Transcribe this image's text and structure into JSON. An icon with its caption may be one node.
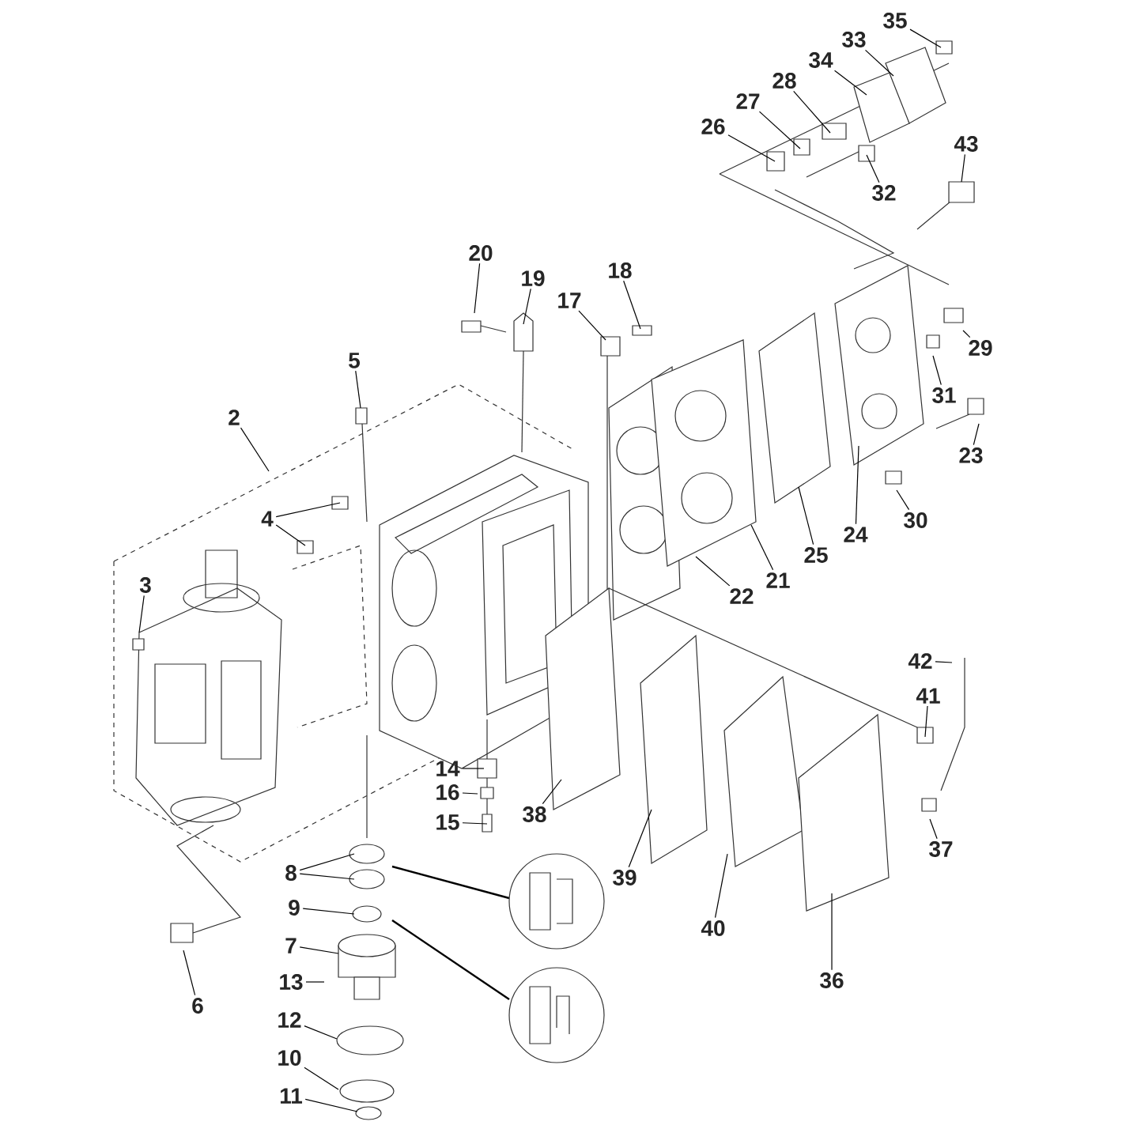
{
  "diagram": {
    "nodes": [
      {
        "text": [
          "35"
        ]
      },
      {
        "text": [
          "33"
        ]
      },
      {
        "text": [
          "34"
        ]
      },
      {
        "text": [
          "28"
        ]
      },
      {
        "text": [
          "27"
        ]
      },
      {
        "text": [
          "26"
        ]
      },
      {
        "text": [
          "43"
        ]
      },
      {
        "text": [
          "32"
        ]
      },
      {
        "text": [
          "20"
        ]
      },
      {
        "text": [
          "19"
        ]
      },
      {
        "text": [
          "17"
        ]
      },
      {
        "text": [
          "18"
        ]
      },
      {
        "text": [
          "29"
        ]
      },
      {
        "text": [
          "31"
        ]
      },
      {
        "text": [
          "5"
        ]
      },
      {
        "text": [
          "23"
        ]
      },
      {
        "text": [
          "2"
        ]
      },
      {
        "text": [
          "24"
        ]
      },
      {
        "text": [
          "4"
        ]
      },
      {
        "text": [
          "30"
        ]
      },
      {
        "text": [
          "25"
        ]
      },
      {
        "text": [
          "21"
        ]
      },
      {
        "text": [
          "22"
        ]
      },
      {
        "text": [
          "3"
        ]
      },
      {
        "text": [
          "42"
        ]
      },
      {
        "text": [
          "41"
        ]
      },
      {
        "text": [
          "14"
        ]
      },
      {
        "text": [
          "16"
        ]
      },
      {
        "text": [
          "15"
        ]
      },
      {
        "text": [
          "38"
        ]
      },
      {
        "text": [
          "37"
        ]
      },
      {
        "text": [
          "8"
        ]
      },
      {
        "text": [
          "39"
        ]
      },
      {
        "text": [
          "9"
        ]
      },
      {
        "text": [
          "40"
        ]
      },
      {
        "text": [
          "7"
        ]
      },
      {
        "text": [
          "13"
        ]
      },
      {
        "text": [
          "36"
        ]
      },
      {
        "text": [
          "6"
        ]
      },
      {
        "text": [
          "12"
        ]
      },
      {
        "text": [
          "10"
        ]
      },
      {
        "text": [
          "11"
        ]
      }
    ],
    "edges": [
      {
        "from": 0,
        "to": null,
        "arrow": "none"
      },
      {
        "from": 1,
        "to": null,
        "arrow": "none"
      },
      {
        "from": 2,
        "to": null,
        "arrow": "none"
      },
      {
        "from": 3,
        "to": null,
        "arrow": "none"
      },
      {
        "from": 4,
        "to": null,
        "arrow": "none"
      },
      {
        "from": 5,
        "to": null,
        "arrow": "none"
      },
      {
        "from": 6,
        "to": null,
        "arrow": "none"
      },
      {
        "from": 7,
        "to": null,
        "arrow": "none"
      },
      {
        "from": 8,
        "to": null,
        "arrow": "none"
      },
      {
        "from": 9,
        "to": null,
        "arrow": "none"
      },
      {
        "from": 10,
        "to": null,
        "arrow": "none"
      },
      {
        "from": 11,
        "to": null,
        "arrow": "none"
      },
      {
        "from": 12,
        "to": null,
        "arrow": "none"
      },
      {
        "from": 13,
        "to": null,
        "arrow": "none"
      },
      {
        "from": 14,
        "to": null,
        "arrow": "none"
      },
      {
        "from": 15,
        "to": null,
        "arrow": "none"
      },
      {
        "from": 16,
        "to": null,
        "arrow": "none"
      },
      {
        "from": 17,
        "to": null,
        "arrow": "none"
      },
      {
        "from": 18,
        "to": null,
        "arrow": "none"
      },
      {
        "from": 18,
        "to": null,
        "arrow": "none"
      },
      {
        "from": 19,
        "to": null,
        "arrow": "none"
      },
      {
        "from": 20,
        "to": null,
        "arrow": "none"
      },
      {
        "from": 21,
        "to": null,
        "arrow": "none"
      },
      {
        "from": 22,
        "to": null,
        "arrow": "none"
      },
      {
        "from": 23,
        "to": null,
        "arrow": "none"
      },
      {
        "from": 24,
        "to": null,
        "arrow": "none"
      },
      {
        "from": 25,
        "to": null,
        "arrow": "none"
      },
      {
        "from": 26,
        "to": null,
        "arrow": "none"
      },
      {
        "from": 27,
        "to": null,
        "arrow": "none"
      },
      {
        "from": 28,
        "to": null,
        "arrow": "none"
      },
      {
        "from": 29,
        "to": null,
        "arrow": "none"
      },
      {
        "from": 30,
        "to": null,
        "arrow": "none"
      },
      {
        "from": 31,
        "to": null,
        "arrow": "none"
      },
      {
        "from": 31,
        "to": null,
        "arrow": "none"
      },
      {
        "from": 32,
        "to": null,
        "arrow": "none"
      },
      {
        "from": 33,
        "to": null,
        "arrow": "none"
      },
      {
        "from": 34,
        "to": null,
        "arrow": "none"
      },
      {
        "from": 35,
        "to": null,
        "arrow": "none"
      },
      {
        "from": 36,
        "to": null,
        "arrow": "none"
      },
      {
        "from": 37,
        "to": null,
        "arrow": "none"
      },
      {
        "from": 38,
        "to": null,
        "arrow": "none"
      },
      {
        "from": 39,
        "to": null,
        "arrow": "none"
      },
      {
        "from": 40,
        "to": null,
        "arrow": "none"
      },
      {
        "from": 41,
        "to": null,
        "arrow": "none"
      }
    ]
  }
}
